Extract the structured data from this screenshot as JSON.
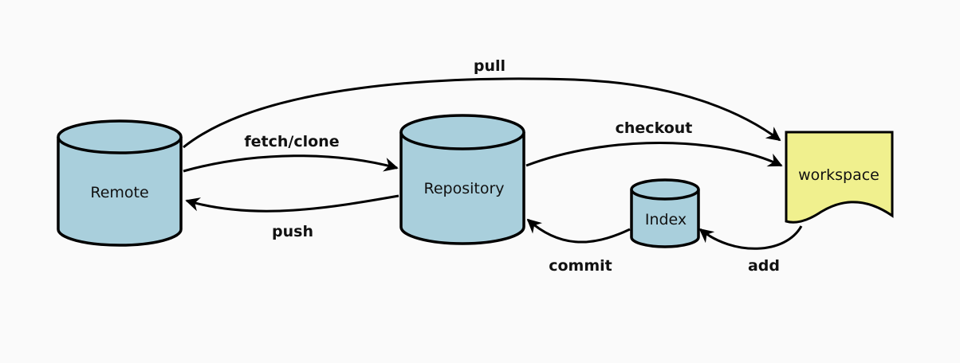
{
  "nodes": {
    "remote": {
      "label": "Remote",
      "shape": "cylinder"
    },
    "repository": {
      "label": "Repository",
      "shape": "cylinder"
    },
    "index": {
      "label": "Index",
      "shape": "cylinder"
    },
    "workspace": {
      "label": "workspace",
      "shape": "document"
    }
  },
  "edges": {
    "pull": {
      "label": "pull",
      "from": "remote",
      "to": "workspace"
    },
    "fetch_clone": {
      "label": "fetch/clone",
      "from": "remote",
      "to": "repository"
    },
    "push": {
      "label": "push",
      "from": "repository",
      "to": "remote"
    },
    "checkout": {
      "label": "checkout",
      "from": "repository",
      "to": "workspace"
    },
    "commit": {
      "label": "commit",
      "from": "index",
      "to": "repository"
    },
    "add": {
      "label": "add",
      "from": "workspace",
      "to": "index"
    }
  },
  "colors": {
    "cylinder_fill": "#a9cfdc",
    "document_fill": "#f0f08e",
    "stroke": "#000000",
    "background": "#fafafa"
  }
}
